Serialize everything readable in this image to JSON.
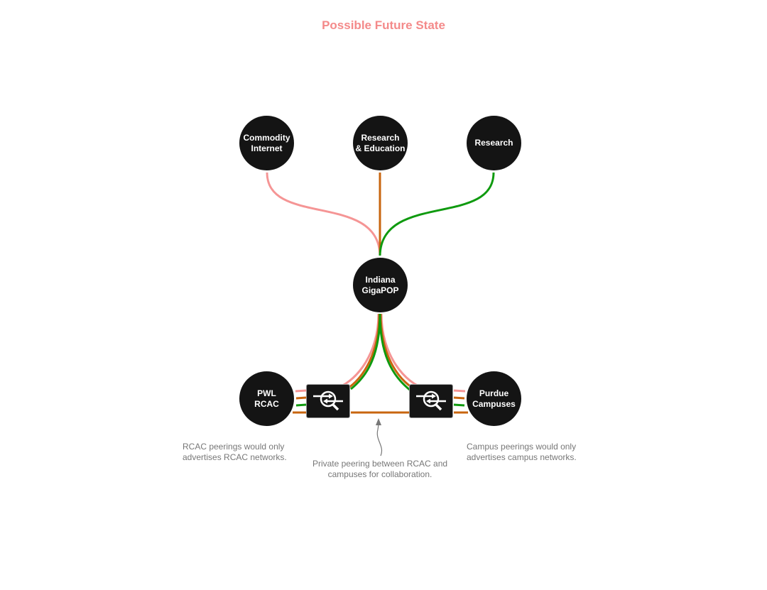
{
  "diagram": {
    "title": "Possible Future State",
    "colors": {
      "title": "#f48a8a",
      "commodity_link": "#f59595",
      "research_education_link": "#c8650f",
      "research_link": "#0f9a0f",
      "node_fill": "#141414",
      "note_text": "#777777"
    },
    "nodes": {
      "commodity_internet": "Commodity\nInternet",
      "research_education": "Research\n& Education",
      "research": "Research",
      "indiana_gigapop": "Indiana\nGigaPOP",
      "pwl_rcac": "PWL\nRCAC",
      "purdue_campuses": "Purdue\nCampuses"
    },
    "routers": [
      {
        "icon": "router-inspect-icon"
      },
      {
        "icon": "router-inspect-icon"
      }
    ],
    "notes": {
      "rcac": "RCAC peerings would only\nadvertises RCAC networks.",
      "private_peering": "Private peering between RCAC and\ncampuses for collaboration.",
      "campus": "Campus peerings would only\nadvertises campus networks."
    }
  }
}
